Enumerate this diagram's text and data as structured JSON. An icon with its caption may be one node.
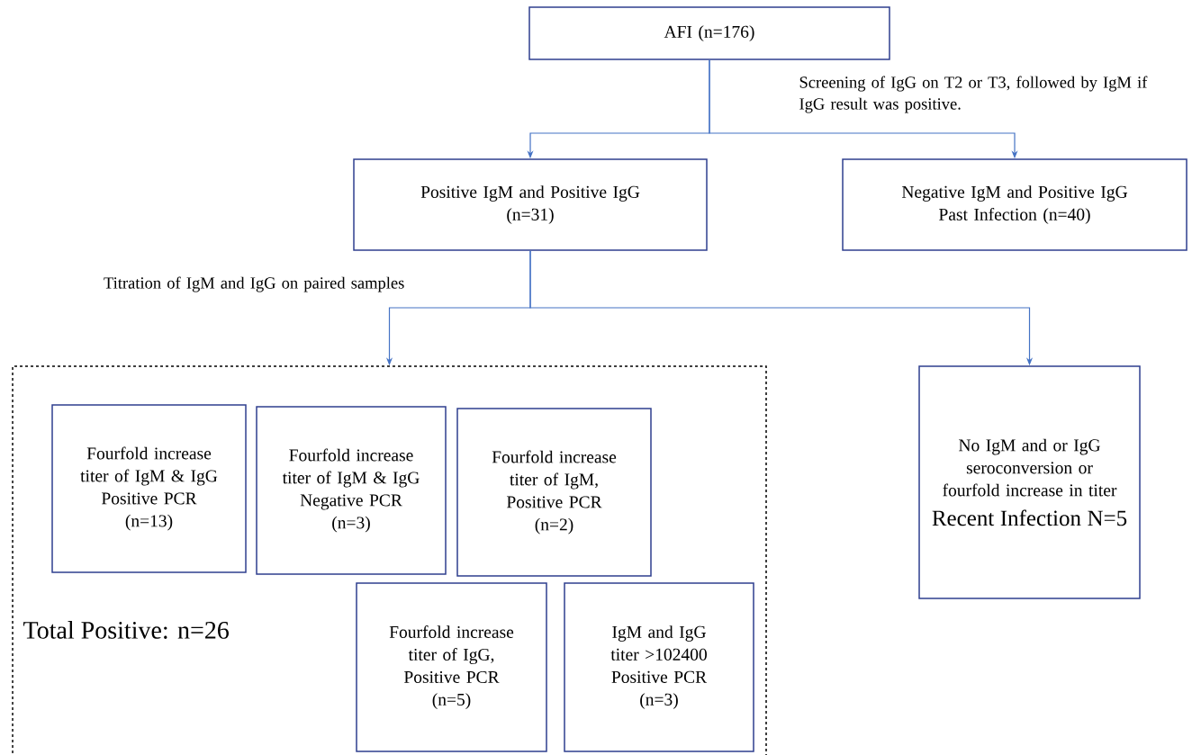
{
  "diagram": {
    "nodes": [
      {
        "text": [
          "AFI (n=176)"
        ]
      },
      {
        "text": [
          "Positive IgM and Positive IgG",
          "(n=31)"
        ]
      },
      {
        "text": [
          "Negative IgM and Positive IgG",
          "Past Infection (n=40)"
        ]
      },
      {
        "text": [
          "Total Positive: n=26"
        ]
      },
      {
        "text": [
          "Fourfold increase titer of IgM & IgG",
          "Positive PCR",
          "(n=13)"
        ],
        "in": 3
      },
      {
        "text": [
          "Fourfold increase titer of IgM & IgG",
          "Negative PCR",
          "(n=3)"
        ],
        "in": 3
      },
      {
        "text": [
          "Fourfold increase titer of IgM,",
          "Positive PCR",
          "(n=2)"
        ],
        "in": 3
      },
      {
        "text": [
          "Fourfold increase titer of IgG,",
          "Positive PCR",
          "(n=5)"
        ],
        "in": 3
      },
      {
        "text": [
          "IgM and IgG titer >102400",
          "Positive PCR",
          "(n=3)"
        ],
        "in": 3
      },
      {
        "text": [
          "No IgM and or IgG seroconversion or fourfold increase in titer",
          "Recent Infection N=5"
        ]
      }
    ],
    "edges": [
      {
        "from": 0,
        "to": 1,
        "arrow": "to"
      },
      {
        "from": 0,
        "to": 2,
        "arrow": "to",
        "label": "Screening of IgG on T2 or T3, followed by IgM if IgG result was positive."
      },
      {
        "from": 1,
        "to": 3,
        "arrow": "to",
        "label": "Titration of IgM and IgG on paired samples"
      },
      {
        "from": 1,
        "to": 9,
        "arrow": "to"
      }
    ]
  }
}
